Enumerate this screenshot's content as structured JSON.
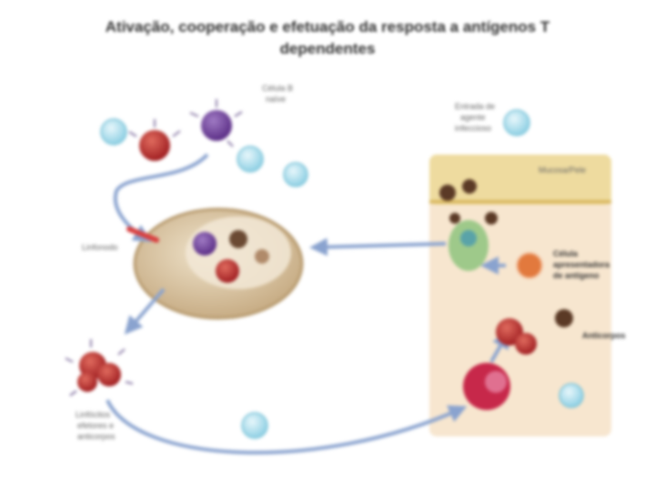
{
  "title_line1": "Ativação, cooperação e efetuação da resposta a antígenos T",
  "title_line2": "dependentes",
  "labels": {
    "top_cells": [
      "Célula B",
      "naïve"
    ],
    "top_right": [
      "Entrada de",
      "agente",
      "infeccioso"
    ],
    "mucosa": "Mucosa/Pele",
    "cell_label_left": "Linfonodo",
    "presenting_cell": [
      "Célula",
      "apresentadora",
      "de antígeno"
    ],
    "effector_left": [
      "Linfócitos",
      "efetores e",
      "anticorpos"
    ],
    "right_bottom": "Anticorpos"
  },
  "colors": {
    "arrow": "#8aa3cf",
    "tissue": "#f7e6cf",
    "node": "#d7c7a8",
    "lymphocyte": "#aee0ee",
    "t_cell_red": "#c2302f",
    "b_cell_purple": "#7b4aa0",
    "apc_orange": "#e2793d"
  }
}
